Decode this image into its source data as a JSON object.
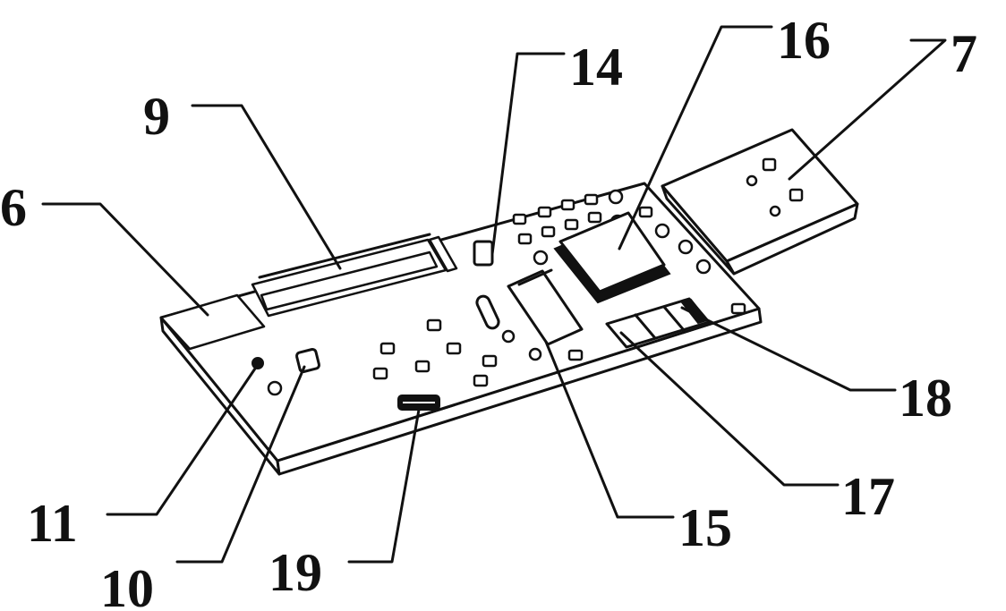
{
  "labels": {
    "board": "6",
    "usb_plug": "7",
    "slot": "9",
    "button": "10",
    "led_hole": "11",
    "component_14": "14",
    "component_15": "15",
    "chip": "16",
    "component_17": "17",
    "component_18": "18",
    "connector_19": "19"
  },
  "colors": {
    "line": "#111111",
    "background": "#ffffff"
  }
}
